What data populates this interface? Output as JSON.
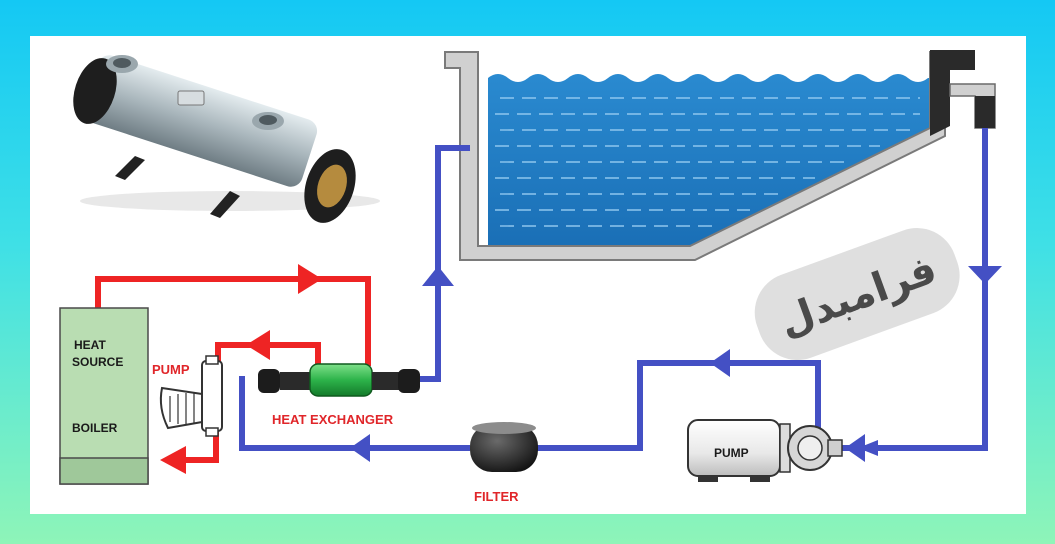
{
  "labels": {
    "heat_source_line1": "HEAT",
    "heat_source_line2": "SOURCE",
    "boiler": "BOILER",
    "pump_small": "PUMP",
    "heat_exchanger": "HEAT EXCHANGER",
    "filter": "FILTER",
    "pump_large": "PUMP"
  },
  "watermark": {
    "text": "فرامبدل"
  },
  "colors": {
    "hot_loop": "#ee2424",
    "cold_loop": "#4450c4",
    "water": "#1f7fc4",
    "heat_exchanger_body": "#2db34a",
    "boiler": "#b9ddb2",
    "pool_wall": "#cfcfcf"
  },
  "icons": [
    "heat-exchanger-product-photo",
    "pump-icon",
    "filter-icon",
    "flow-arrow-icon"
  ]
}
